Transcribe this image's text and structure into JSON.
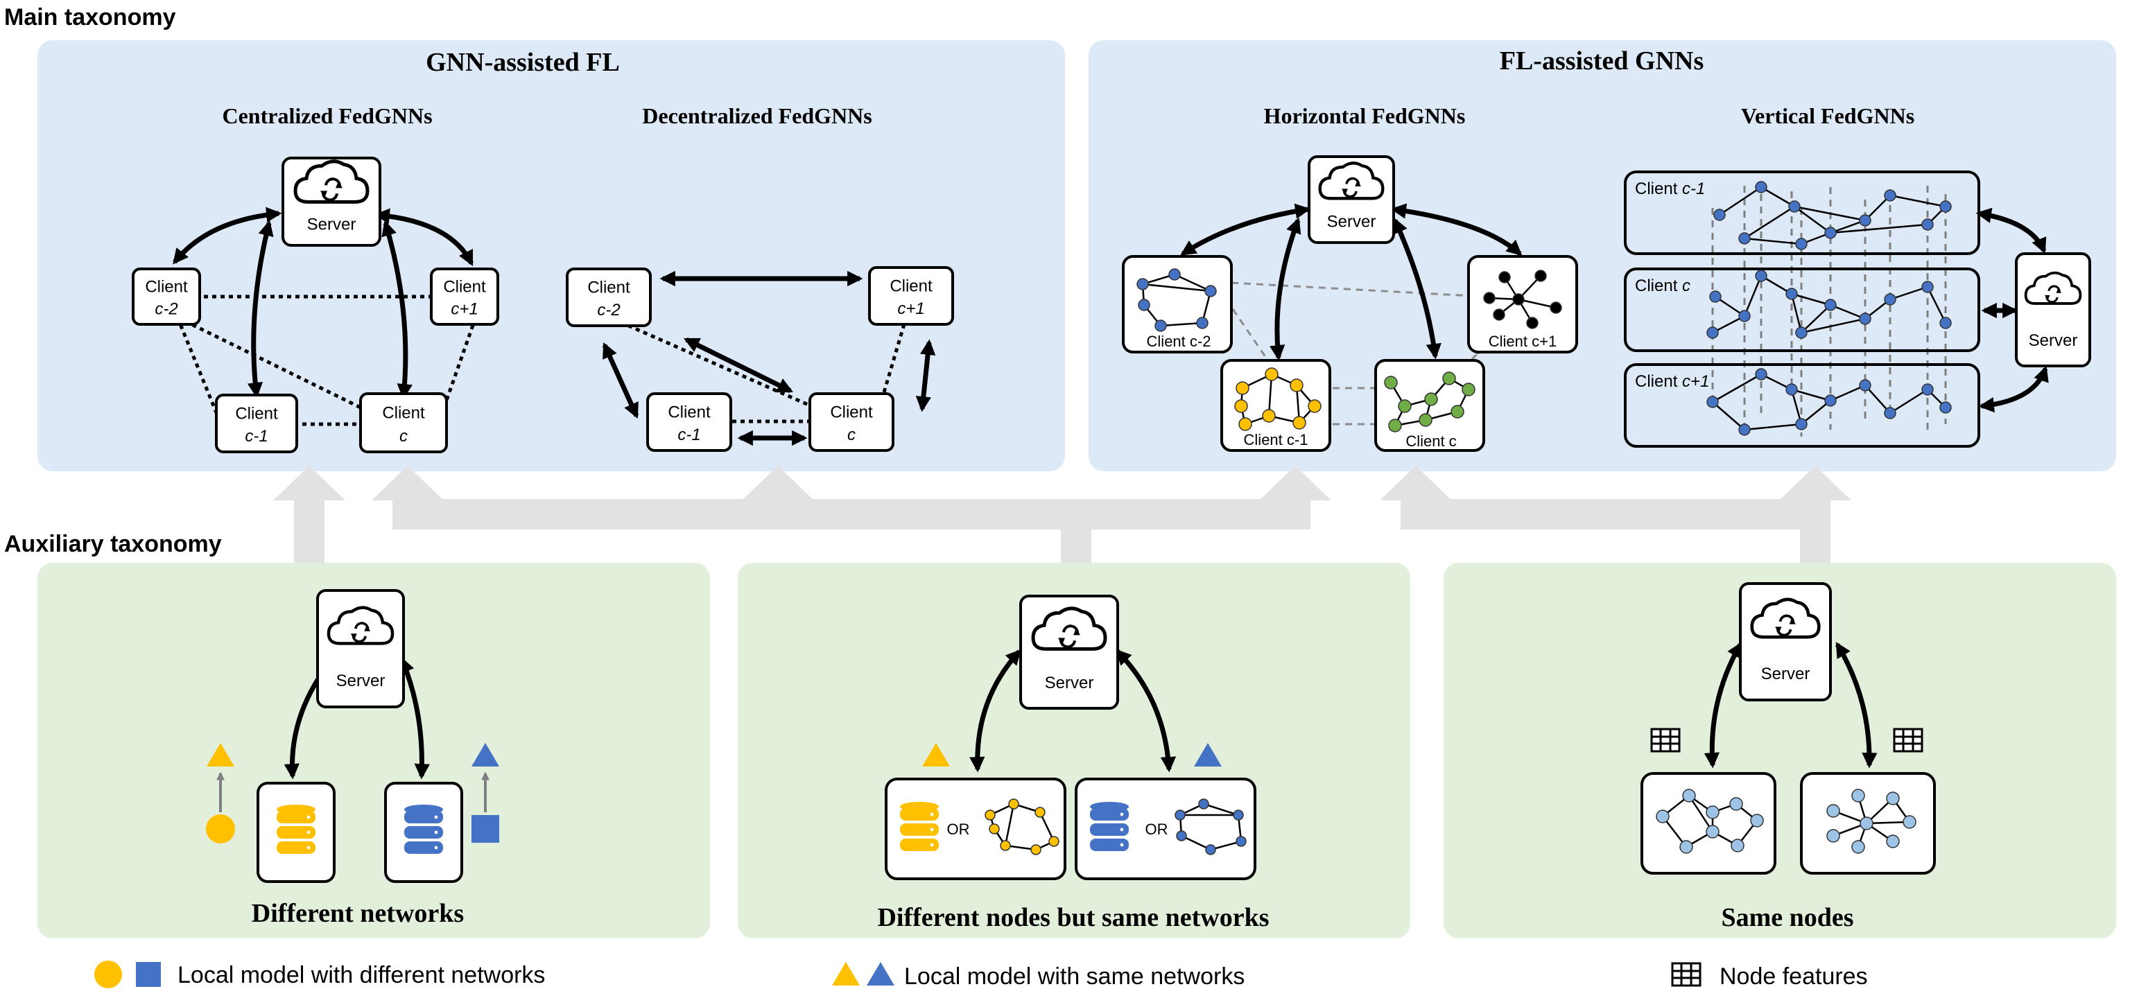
{
  "section_labels": {
    "main": "Main taxonomy",
    "auxiliary": "Auxiliary taxonomy"
  },
  "panels": {
    "gnn_fl": {
      "title": "GNN-assisted FL",
      "centralized": "Centralized FedGNNs",
      "decentralized": "Decentralized FedGNNs"
    },
    "fl_gnn": {
      "title": "FL-assisted GNNs",
      "horizontal": "Horizontal FedGNNs",
      "vertical": "Vertical FedGNNs"
    },
    "aux1": {
      "title": "Different networks"
    },
    "aux2": {
      "title": "Different nodes but same networks",
      "or": "OR"
    },
    "aux3": {
      "title": "Same nodes"
    }
  },
  "server_label": "Server",
  "client_labels": {
    "prefix": "Client",
    "c_minus_2": "c-2",
    "c_plus_1": "c+1",
    "c_minus_1": "c-1",
    "c": "c"
  },
  "legend": {
    "different_networks": "Local model with different networks",
    "same_networks": "Local model with same networks",
    "node_features": "Node features"
  },
  "colors": {
    "main_panel": "#dde9f6",
    "aux_panel": "#e2efda",
    "connector": "#e2e2e2",
    "yellow": "#ffc000",
    "blue": "#4472c4",
    "green": "#70ad47",
    "light_blue": "#9dc3e6"
  }
}
